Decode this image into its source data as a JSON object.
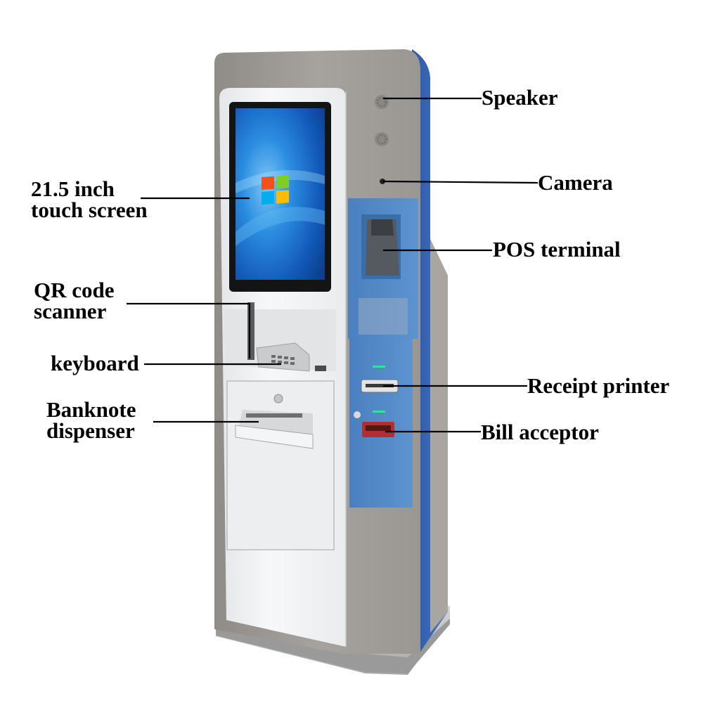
{
  "image_title": "",
  "colors": {
    "cabinet_gray": "#9d9a96",
    "panel_white": "#f1f2f3",
    "accent_blue": "#4f87c3",
    "side_blue": "#2f5fb0",
    "screen_blue": "#1e6fd6",
    "label_black": "#000000"
  },
  "callouts": {
    "speaker": {
      "line1": "Speaker"
    },
    "camera": {
      "line1": "Camera"
    },
    "touch_screen": {
      "line1": "21.5 inch",
      "line2": "touch screen"
    },
    "pos_terminal": {
      "line1": "POS terminal"
    },
    "qr_scanner": {
      "line1": "QR code",
      "line2": "scanner"
    },
    "keyboard": {
      "line1": "keyboard"
    },
    "receipt_printer": {
      "line1": "Receipt printer"
    },
    "banknote_dispenser": {
      "line1": "Banknote",
      "line2": "dispenser"
    },
    "bill_acceptor": {
      "line1": "Bill acceptor"
    }
  },
  "screen": {
    "wallpaper": "windows-7-desktop",
    "logo_icon": "windows-logo-icon"
  }
}
